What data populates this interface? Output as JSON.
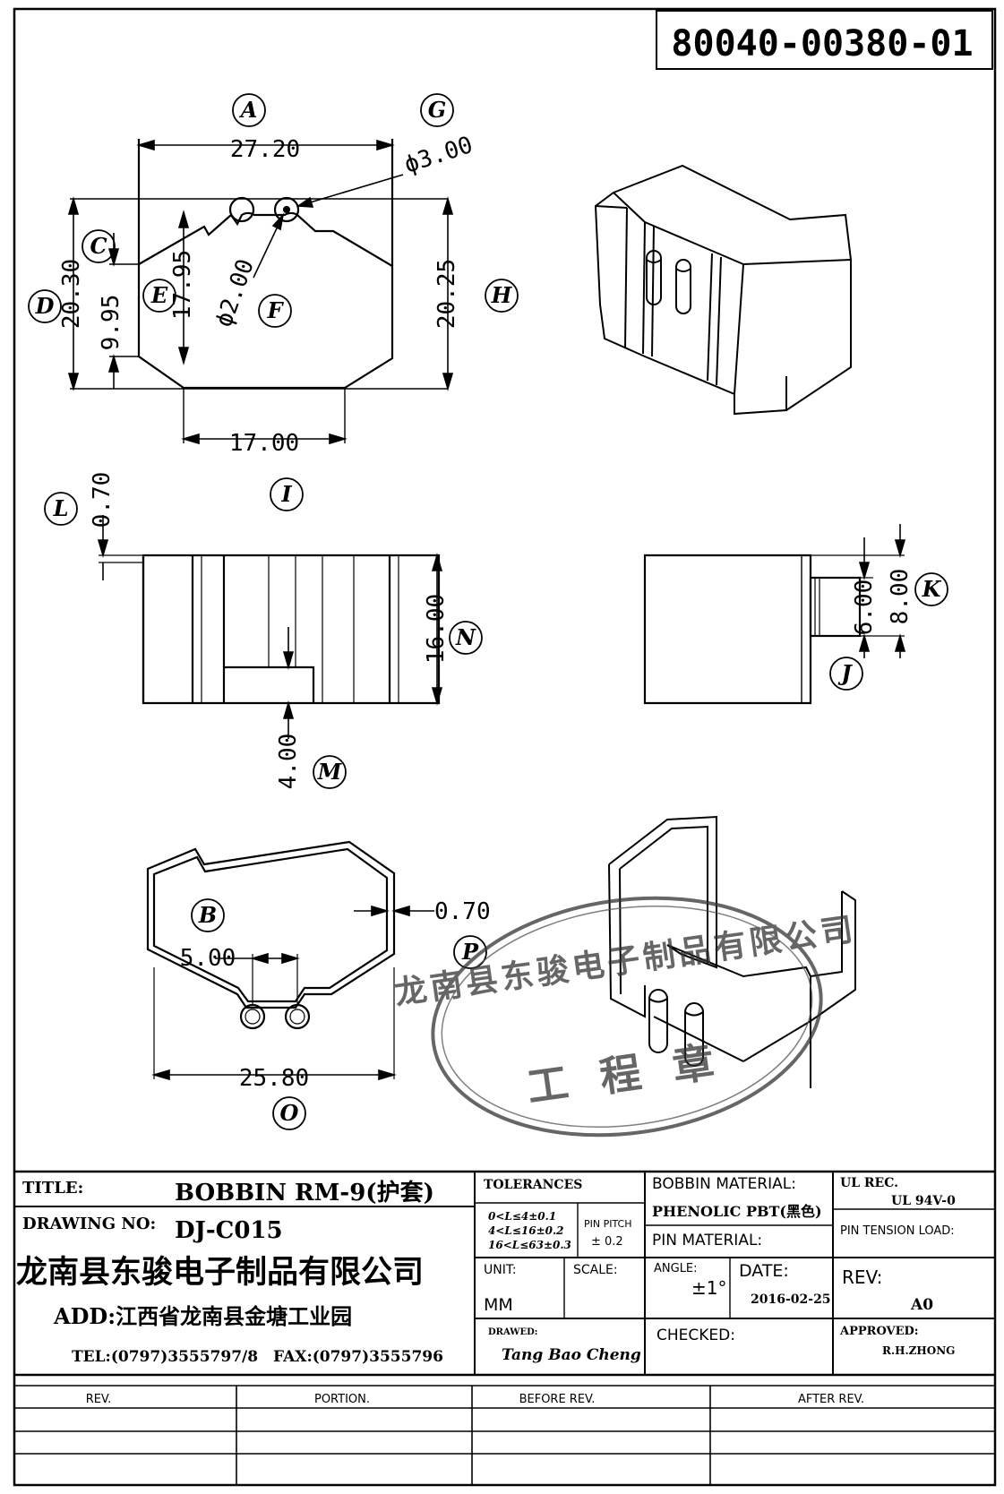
{
  "part_number": "80040-00380-01",
  "dims": {
    "top_width": "27.20",
    "hole_dia": "ϕ3.00",
    "height_left": "20.30",
    "height_mid": "17.95",
    "height_right": "20.25",
    "pin_dia": "ϕ2.00",
    "left_low": "9.95",
    "bottom_width": "17.00",
    "wall_top": "0.70",
    "height_side": "16.00",
    "notch": "4.00",
    "pin_len_a": "6.00",
    "pin_len_b": "8.00",
    "wall_thick": "0.70",
    "pin_pitch": "5.00",
    "bottom_full": "25.80"
  },
  "callouts": [
    "A",
    "G",
    "C",
    "D",
    "E",
    "F",
    "H",
    "I",
    "L",
    "N",
    "J",
    "K",
    "M",
    "B",
    "P",
    "O"
  ],
  "stamp": {
    "ring_text": "龙南县东骏电子制品有限公司",
    "center_text": "工 程 章"
  },
  "title_block": {
    "title_label": "TITLE:",
    "title_value": "BOBBIN RM-9(护套)",
    "drawing_no_label": "DRAWING NO:",
    "drawing_no_value": "DJ-C015",
    "company": "龙南县东骏电子制品有限公司",
    "address": "ADD:江西省龙南县金塘工业园",
    "tel": "TEL:(0797)3555797/8",
    "fax": "FAX:(0797)3555796",
    "tolerances_label": "TOLERANCES",
    "tol_1": "0<L≤4±0.1",
    "tol_2": "4<L≤16±0.2",
    "tol_3": "16<L≤63±0.3",
    "pin_pitch_label": "PIN PITCH",
    "pin_pitch_value": "± 0.2",
    "bobbin_material_label": "BOBBIN MATERIAL:",
    "bobbin_material_value": "PHENOLIC PBT(黑色)",
    "pin_material_label": "PIN MATERIAL:",
    "ul_rec_label": "UL REC.",
    "ul_rec_value": "UL 94V-0",
    "pin_tension_label": "PIN TENSION LOAD:",
    "unit_label": "UNIT:",
    "unit_value": "MM",
    "scale_label": "SCALE:",
    "angle_label": "ANGLE:",
    "angle_value": "±1°",
    "date_label": "DATE:",
    "date_value": "2016-02-25",
    "rev_label": "REV:",
    "rev_value": "A0",
    "drawn_label": "DRAWED:",
    "drawn_value": "Tang Bao Cheng",
    "checked_label": "CHECKED:",
    "approved_label": "APPROVED:",
    "approved_value": "R.H.ZHONG"
  },
  "rev_table": {
    "headers": [
      "REV.",
      "PORTION.",
      "BEFORE REV.",
      "AFTER REV."
    ]
  }
}
